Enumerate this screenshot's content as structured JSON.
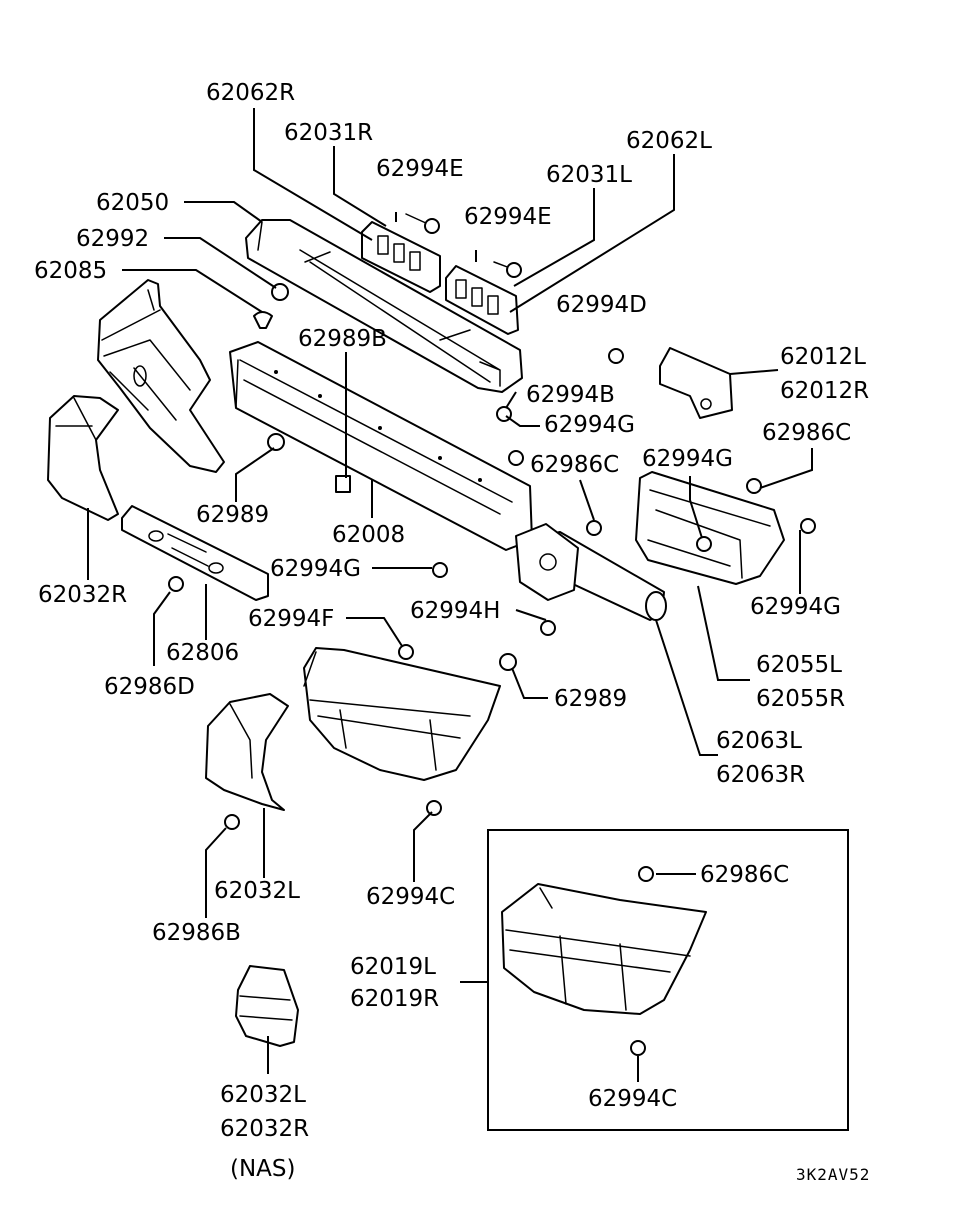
{
  "diagram_code": "3K2AV52",
  "nas_note": "(NAS)",
  "labels": {
    "p62062R": "62062R",
    "p62031R": "62031R",
    "p62994E_a": "62994E",
    "p62062L": "62062L",
    "p62031L": "62031L",
    "p62994E_b": "62994E",
    "p62050": "62050",
    "p62992": "62992",
    "p62085": "62085",
    "p62989B": "62989B",
    "p62994D": "62994D",
    "p62012L": "62012L",
    "p62012R": "62012R",
    "p62994B": "62994B",
    "p62994G_a": "62994G",
    "p62986C_a": "62986C",
    "p62986C_b": "62986C",
    "p62994G_b": "62994G",
    "p62989_a": "62989",
    "p62008": "62008",
    "p62032R": "62032R",
    "p62994G_c": "62994G",
    "p62994G_d": "62994G",
    "p62994F": "62994F",
    "p62994H": "62994H",
    "p62806": "62806",
    "p62986D": "62986D",
    "p62055L": "62055L",
    "p62055R": "62055R",
    "p62989_b": "62989",
    "p62063L": "62063L",
    "p62063R": "62063R",
    "p62032L_a": "62032L",
    "p62994C_a": "62994C",
    "p62986C_c": "62986C",
    "p62986B": "62986B",
    "p62019L": "62019L",
    "p62019R": "62019R",
    "p62994C_b": "62994C",
    "p62032L_b": "62032L",
    "p62032R_b": "62032R"
  }
}
